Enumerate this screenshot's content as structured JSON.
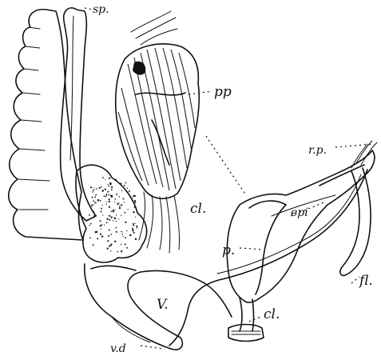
{
  "figure": {
    "labels": {
      "sp": "sp.",
      "pp": "pp",
      "cl_upper": "cl.",
      "rp": "r.p.",
      "epi": "epi",
      "p": "p.",
      "fl": "fl.",
      "v": "V.",
      "cl_lower": "cl.",
      "vd": "v.d"
    }
  }
}
